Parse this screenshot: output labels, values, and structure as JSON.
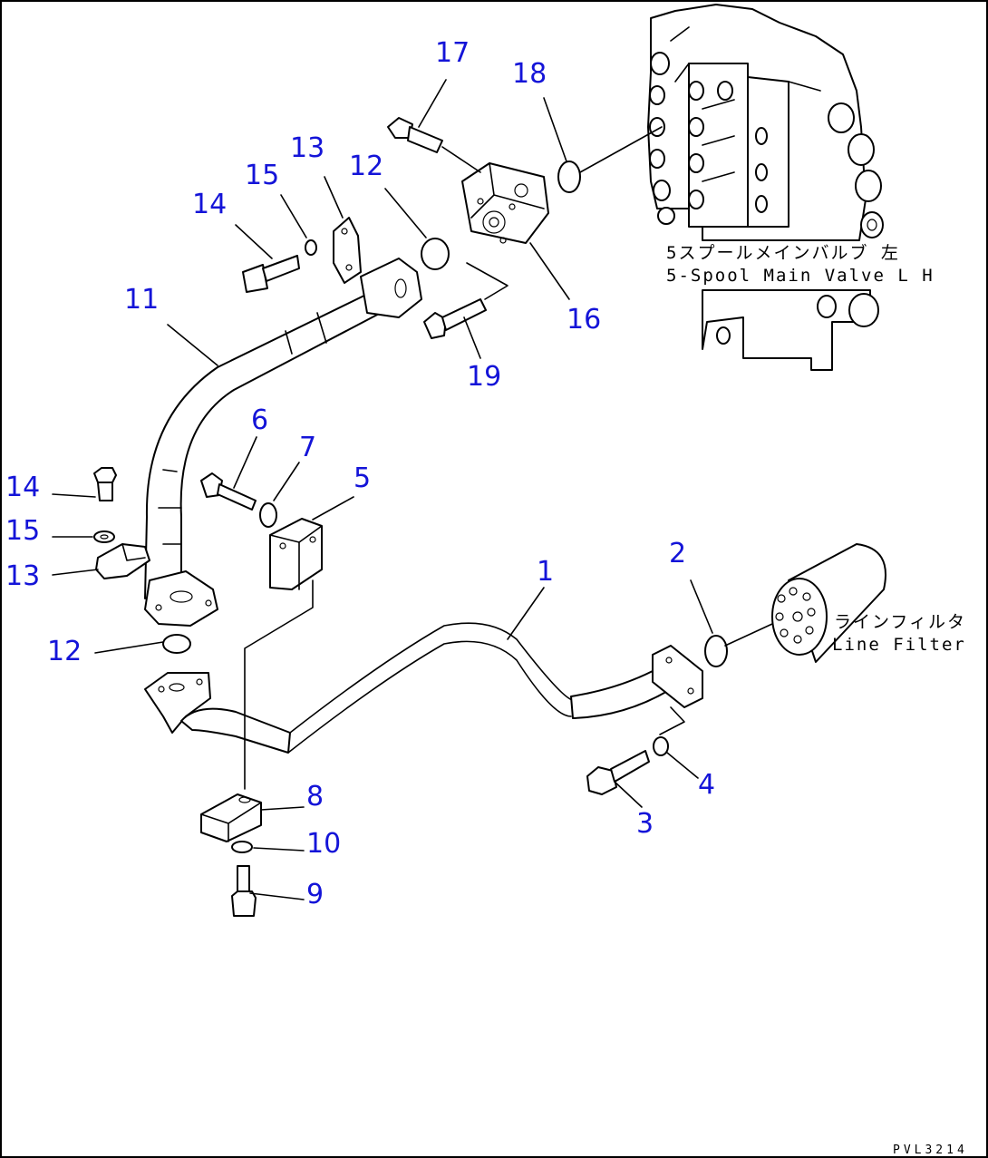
{
  "callouts": [
    {
      "id": "17",
      "label": "17"
    },
    {
      "id": "18",
      "label": "18"
    },
    {
      "id": "13a",
      "label": "13"
    },
    {
      "id": "12a",
      "label": "12"
    },
    {
      "id": "15a",
      "label": "15"
    },
    {
      "id": "14a",
      "label": "14"
    },
    {
      "id": "11",
      "label": "11"
    },
    {
      "id": "16",
      "label": "16"
    },
    {
      "id": "19",
      "label": "19"
    },
    {
      "id": "6",
      "label": "6"
    },
    {
      "id": "7",
      "label": "7"
    },
    {
      "id": "5",
      "label": "5"
    },
    {
      "id": "14b",
      "label": "14"
    },
    {
      "id": "15b",
      "label": "15"
    },
    {
      "id": "13b",
      "label": "13"
    },
    {
      "id": "12b",
      "label": "12"
    },
    {
      "id": "1",
      "label": "1"
    },
    {
      "id": "2",
      "label": "2"
    },
    {
      "id": "8",
      "label": "8"
    },
    {
      "id": "10",
      "label": "10"
    },
    {
      "id": "9",
      "label": "9"
    },
    {
      "id": "4",
      "label": "4"
    },
    {
      "id": "3",
      "label": "3"
    }
  ],
  "captions": {
    "main_valve_jp": "5スプールメインバルブ 左",
    "main_valve_en": "5-Spool Main Valve L H",
    "line_filter_jp": "ラインフィルタ",
    "line_filter_en": "Line Filter"
  },
  "drawing_code": "PVL3214",
  "colors": {
    "callout": "#1414d8",
    "linework": "#000000",
    "background": "#ffffff"
  }
}
